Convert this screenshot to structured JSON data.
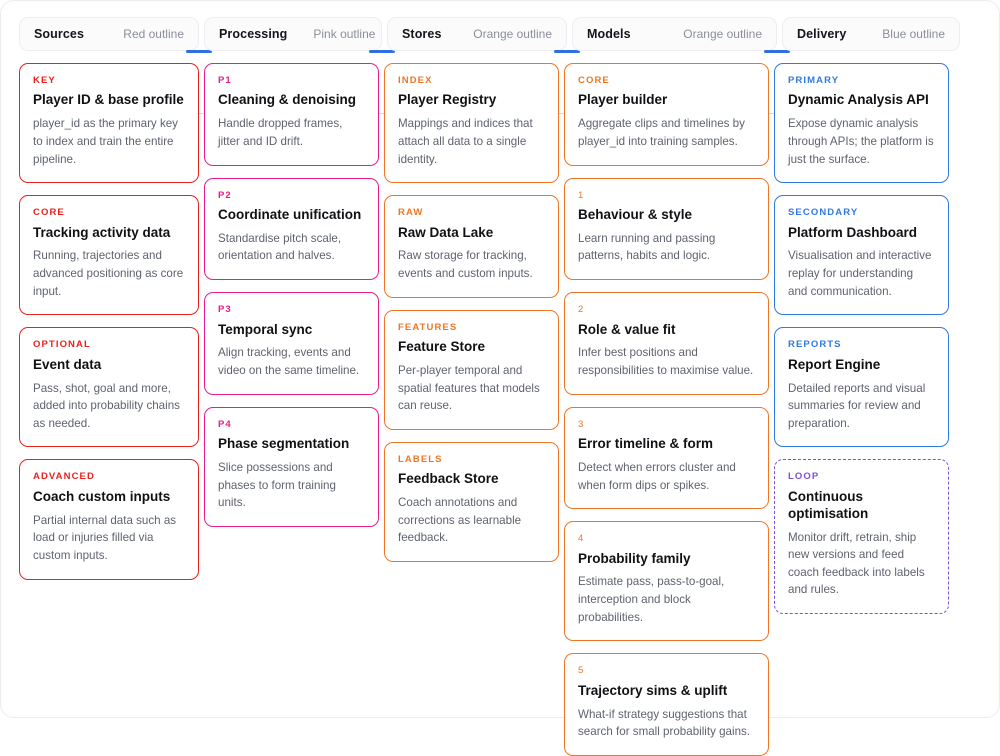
{
  "tabs": [
    {
      "label": "Sources",
      "hint": "Red outline",
      "accent": "#e8221c"
    },
    {
      "label": "Processing",
      "hint": "Pink outline",
      "accent": "#e91e8c"
    },
    {
      "label": "Stores",
      "hint": "Orange outline",
      "accent": "#ef7622"
    },
    {
      "label": "Models",
      "hint": "Orange outline",
      "accent": "#ef7622"
    },
    {
      "label": "Delivery",
      "hint": "Blue outline",
      "accent": "#2f7ae0"
    }
  ],
  "columns": [
    {
      "name": "Sources",
      "accent": "red",
      "cards": [
        {
          "kicker": "KEY",
          "title": "Player ID & base profile",
          "body": "player_id as the primary key to index and train the entire pipeline."
        },
        {
          "kicker": "CORE",
          "title": "Tracking activity data",
          "body": "Running, trajectories and advanced positioning as core input."
        },
        {
          "kicker": "OPTIONAL",
          "title": "Event data",
          "body": "Pass, shot, goal and more, added into probability chains as needed."
        },
        {
          "kicker": "ADVANCED",
          "title": "Coach custom inputs",
          "body": "Partial internal data such as load or injuries filled via custom inputs."
        }
      ]
    },
    {
      "name": "Processing",
      "accent": "pink",
      "cards": [
        {
          "kicker": "P1",
          "title": "Cleaning & denoising",
          "body": "Handle dropped frames, jitter and ID drift."
        },
        {
          "kicker": "P2",
          "title": "Coordinate unification",
          "body": "Standardise pitch scale, orientation and halves."
        },
        {
          "kicker": "P3",
          "title": "Temporal sync",
          "body": "Align tracking, events and video on the same timeline."
        },
        {
          "kicker": "P4",
          "title": "Phase segmentation",
          "body": "Slice possessions and phases to form training units."
        }
      ]
    },
    {
      "name": "Stores",
      "accent": "orange",
      "cards": [
        {
          "kicker": "INDEX",
          "title": "Player Registry",
          "body": "Mappings and indices that attach all data to a single identity."
        },
        {
          "kicker": "RAW",
          "title": "Raw Data Lake",
          "body": "Raw storage for tracking, events and custom inputs."
        },
        {
          "kicker": "FEATURES",
          "title": "Feature Store",
          "body": "Per-player temporal and spatial features that models can reuse."
        },
        {
          "kicker": "LABELS",
          "title": "Feedback Store",
          "body": "Coach annotations and corrections as learnable feedback."
        }
      ]
    },
    {
      "name": "Models",
      "accent": "orange",
      "cards": [
        {
          "kicker": "CORE",
          "title": "Player builder",
          "body": "Aggregate clips and timelines by player_id into training samples."
        },
        {
          "kicker": "1",
          "title": "Behaviour & style",
          "body": "Learn running and passing patterns, habits and logic."
        },
        {
          "kicker": "2",
          "title": "Role & value fit",
          "body": "Infer best positions and responsibilities to maximise value."
        },
        {
          "kicker": "3",
          "title": "Error timeline & form",
          "body": "Detect when errors cluster and when form dips or spikes."
        },
        {
          "kicker": "4",
          "title": "Probability family",
          "body": "Estimate pass, pass-to-goal, interception and block probabilities."
        },
        {
          "kicker": "5",
          "title": "Trajectory sims & uplift",
          "body": "What-if strategy suggestions that search for small probability gains."
        }
      ]
    },
    {
      "name": "Delivery",
      "accent": "blue",
      "cards": [
        {
          "kicker": "PRIMARY",
          "title": "Dynamic Analysis API",
          "body": "Expose dynamic analysis through APIs; the platform is just the surface."
        },
        {
          "kicker": "SECONDARY",
          "title": "Platform Dashboard",
          "body": "Visualisation and interactive replay for understanding and communication."
        },
        {
          "kicker": "REPORTS",
          "title": "Report Engine",
          "body": "Detailed reports and visual summaries for review and preparation."
        },
        {
          "kicker": "LOOP",
          "title": "Continuous optimisation",
          "body": "Monitor drift, retrain, ship new versions and feed coach feedback into labels and rules.",
          "accent": "purple"
        }
      ]
    }
  ]
}
